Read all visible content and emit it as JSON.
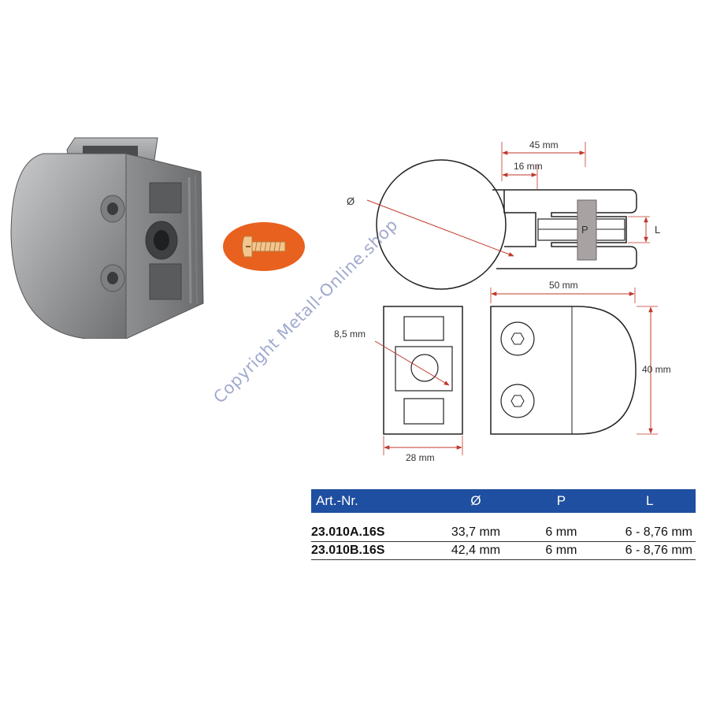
{
  "watermark": "Copyright Metall-Online.shop",
  "drawing": {
    "top_view": {
      "diameter_symbol": "Ø",
      "dim_total": "45 mm",
      "dim_inner": "16 mm",
      "label_p": "P",
      "label_l": "L"
    },
    "front_view": {
      "dim_hole": "8,5 mm",
      "dim_width": "28 mm"
    },
    "side_view": {
      "dim_width": "50 mm",
      "dim_height": "40 mm"
    }
  },
  "table": {
    "headers": [
      "Art.-Nr.",
      "Ø",
      "P",
      "L"
    ],
    "rows": [
      [
        "23.010A.16S",
        "33,7 mm",
        "6 mm",
        "6 - 8,76 mm"
      ],
      [
        "23.010B.16S",
        "42,4 mm",
        "6 mm",
        "6 - 8,76 mm"
      ]
    ]
  },
  "colors": {
    "dimension_red": "#c0392b",
    "table_header_blue": "#1f4fa0",
    "badge_orange": "#e8611e"
  }
}
